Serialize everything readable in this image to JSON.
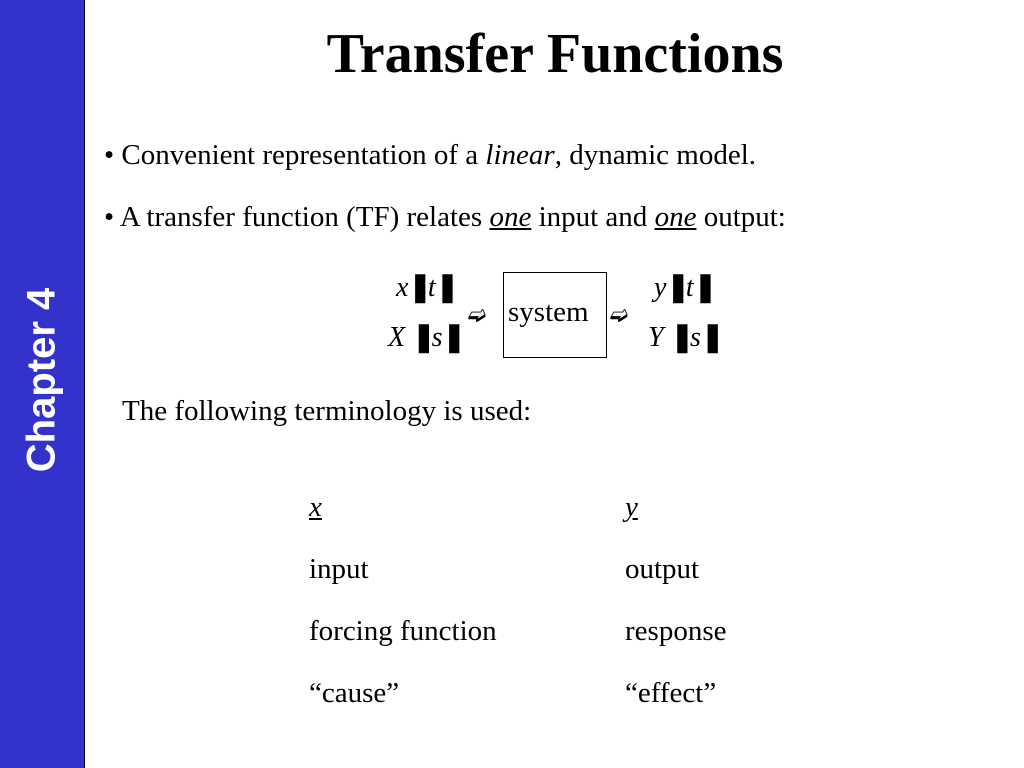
{
  "sidebar": {
    "label": "Chapter 4",
    "color": "#3333cc"
  },
  "title": "Transfer Functions",
  "bullets": {
    "b1": {
      "marker": "•",
      "pre": "Convenient representation of a ",
      "em": "linear",
      "post": ", dynamic model."
    },
    "b2": {
      "marker": "•",
      "pre": "A transfer function (TF) relates ",
      "u1": "one",
      "mid": " input and ",
      "u2": "one",
      "post": " output:"
    }
  },
  "diagram": {
    "input_time": "x",
    "input_laplace": "X",
    "output_time": "y",
    "output_laplace": "Y",
    "t_var": "t",
    "s_var": "s",
    "system": "system",
    "arrow_icon": "arrow-icon"
  },
  "intro": "The following terminology is used:",
  "terminology": {
    "x_column": {
      "head": "x",
      "rows": [
        "input",
        "forcing function",
        "“cause”"
      ]
    },
    "y_column": {
      "head": "y",
      "rows": [
        "output",
        "response",
        "“effect”"
      ]
    }
  }
}
